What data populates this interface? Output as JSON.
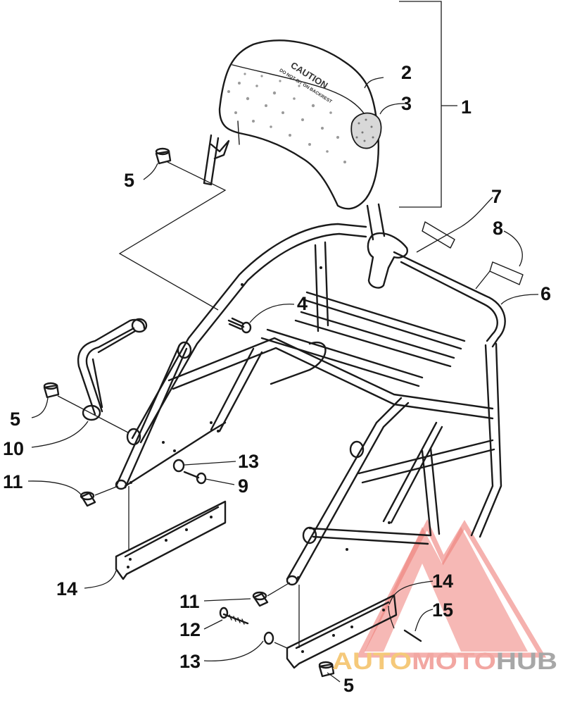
{
  "diagram": {
    "callouts": [
      {
        "id": "c1",
        "label": "1"
      },
      {
        "id": "c2",
        "label": "2"
      },
      {
        "id": "c3",
        "label": "3"
      },
      {
        "id": "c4",
        "label": "4"
      },
      {
        "id": "c5a",
        "label": "5"
      },
      {
        "id": "c5b",
        "label": "5"
      },
      {
        "id": "c5c",
        "label": "5"
      },
      {
        "id": "c6",
        "label": "6"
      },
      {
        "id": "c7",
        "label": "7"
      },
      {
        "id": "c8",
        "label": "8"
      },
      {
        "id": "c9",
        "label": "9"
      },
      {
        "id": "c10",
        "label": "10"
      },
      {
        "id": "c11a",
        "label": "11"
      },
      {
        "id": "c11b",
        "label": "11"
      },
      {
        "id": "c12",
        "label": "12"
      },
      {
        "id": "c13a",
        "label": "13"
      },
      {
        "id": "c13b",
        "label": "13"
      },
      {
        "id": "c14a",
        "label": "14"
      },
      {
        "id": "c14b",
        "label": "14"
      },
      {
        "id": "c15",
        "label": "15"
      }
    ],
    "backrest_label": {
      "line1": "CAUTION",
      "line2": "DO NOT SIT ON BACKREST"
    }
  },
  "watermark": {
    "word_auto": "AUTO",
    "word_moto": "MOTO",
    "word_hub": "HUB",
    "color_auto": "#f5c97a",
    "color_moto": "#f2a7a2",
    "color_hub": "#a7a7a7",
    "triangle_color": "#ef7d78"
  }
}
